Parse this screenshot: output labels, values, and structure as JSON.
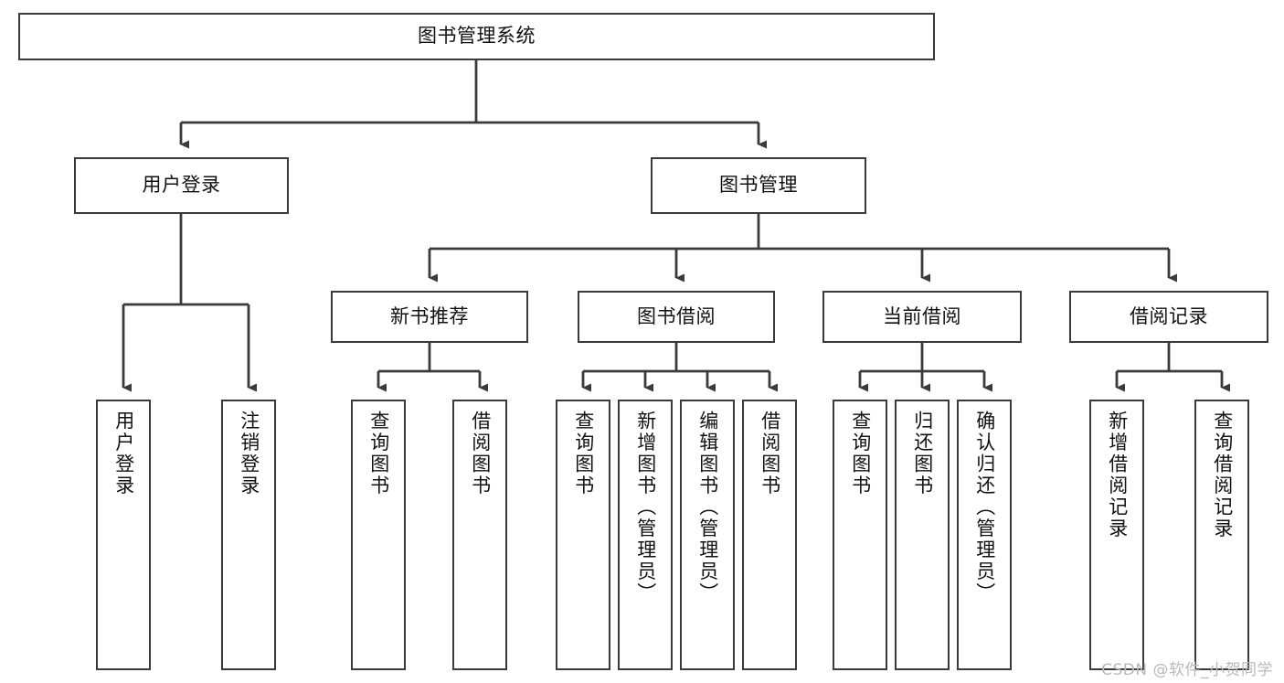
{
  "diagram": {
    "type": "tree-hierarchy",
    "title": "图书管理系统",
    "watermark": "CSDN @软件_小贺同学",
    "colors": {
      "box_border": "#3a3a3a",
      "box_fill": "#ffffff",
      "edge": "#3a3a3a",
      "text": "#111111",
      "watermark": "#b9b9b9"
    },
    "nodes": {
      "root": {
        "label": "图书管理系统",
        "level": 1,
        "orientation": "horizontal"
      },
      "user_login": {
        "label": "用户登录",
        "level": 2,
        "orientation": "horizontal"
      },
      "book_manage": {
        "label": "图书管理",
        "level": 2,
        "orientation": "horizontal"
      },
      "new_book_rec": {
        "label": "新书推荐",
        "level": 3,
        "orientation": "horizontal"
      },
      "book_borrow": {
        "label": "图书借阅",
        "level": 3,
        "orientation": "horizontal"
      },
      "current_borrow": {
        "label": "当前借阅",
        "level": 3,
        "orientation": "horizontal"
      },
      "borrow_record": {
        "label": "借阅记录",
        "level": 3,
        "orientation": "horizontal"
      },
      "leaf_user_login": {
        "label": "用户登录",
        "level": 4,
        "orientation": "vertical"
      },
      "leaf_logout": {
        "label": "注销登录",
        "level": 4,
        "orientation": "vertical"
      },
      "leaf_rec_query": {
        "label": "查询图书",
        "level": 4,
        "orientation": "vertical"
      },
      "leaf_rec_borrow": {
        "label": "借阅图书",
        "level": 4,
        "orientation": "vertical"
      },
      "leaf_borrow_query": {
        "label": "查询图书",
        "level": 4,
        "orientation": "vertical"
      },
      "leaf_add_book": {
        "label": "新增图书（管理员）",
        "level": 4,
        "orientation": "vertical"
      },
      "leaf_edit_book": {
        "label": "编辑图书（管理员）",
        "level": 4,
        "orientation": "vertical"
      },
      "leaf_borrow_book": {
        "label": "借阅图书",
        "level": 4,
        "orientation": "vertical"
      },
      "leaf_cur_query": {
        "label": "查询图书",
        "level": 4,
        "orientation": "vertical"
      },
      "leaf_return_book": {
        "label": "归还图书",
        "level": 4,
        "orientation": "vertical"
      },
      "leaf_confirm_return": {
        "label": "确认归还（管理员）",
        "level": 4,
        "orientation": "vertical"
      },
      "leaf_add_record": {
        "label": "新增借阅记录",
        "level": 4,
        "orientation": "vertical"
      },
      "leaf_query_record": {
        "label": "查询借阅记录",
        "level": 4,
        "orientation": "vertical"
      }
    },
    "edges": [
      {
        "from": "root",
        "to": "user_login"
      },
      {
        "from": "root",
        "to": "book_manage"
      },
      {
        "from": "user_login",
        "to": "leaf_user_login"
      },
      {
        "from": "user_login",
        "to": "leaf_logout"
      },
      {
        "from": "book_manage",
        "to": "new_book_rec"
      },
      {
        "from": "book_manage",
        "to": "book_borrow"
      },
      {
        "from": "book_manage",
        "to": "current_borrow"
      },
      {
        "from": "book_manage",
        "to": "borrow_record"
      },
      {
        "from": "new_book_rec",
        "to": "leaf_rec_query"
      },
      {
        "from": "new_book_rec",
        "to": "leaf_rec_borrow"
      },
      {
        "from": "book_borrow",
        "to": "leaf_borrow_query"
      },
      {
        "from": "book_borrow",
        "to": "leaf_add_book"
      },
      {
        "from": "book_borrow",
        "to": "leaf_edit_book"
      },
      {
        "from": "book_borrow",
        "to": "leaf_borrow_book"
      },
      {
        "from": "current_borrow",
        "to": "leaf_cur_query"
      },
      {
        "from": "current_borrow",
        "to": "leaf_return_book"
      },
      {
        "from": "current_borrow",
        "to": "leaf_confirm_return"
      },
      {
        "from": "borrow_record",
        "to": "leaf_add_record"
      },
      {
        "from": "borrow_record",
        "to": "leaf_query_record"
      }
    ]
  }
}
